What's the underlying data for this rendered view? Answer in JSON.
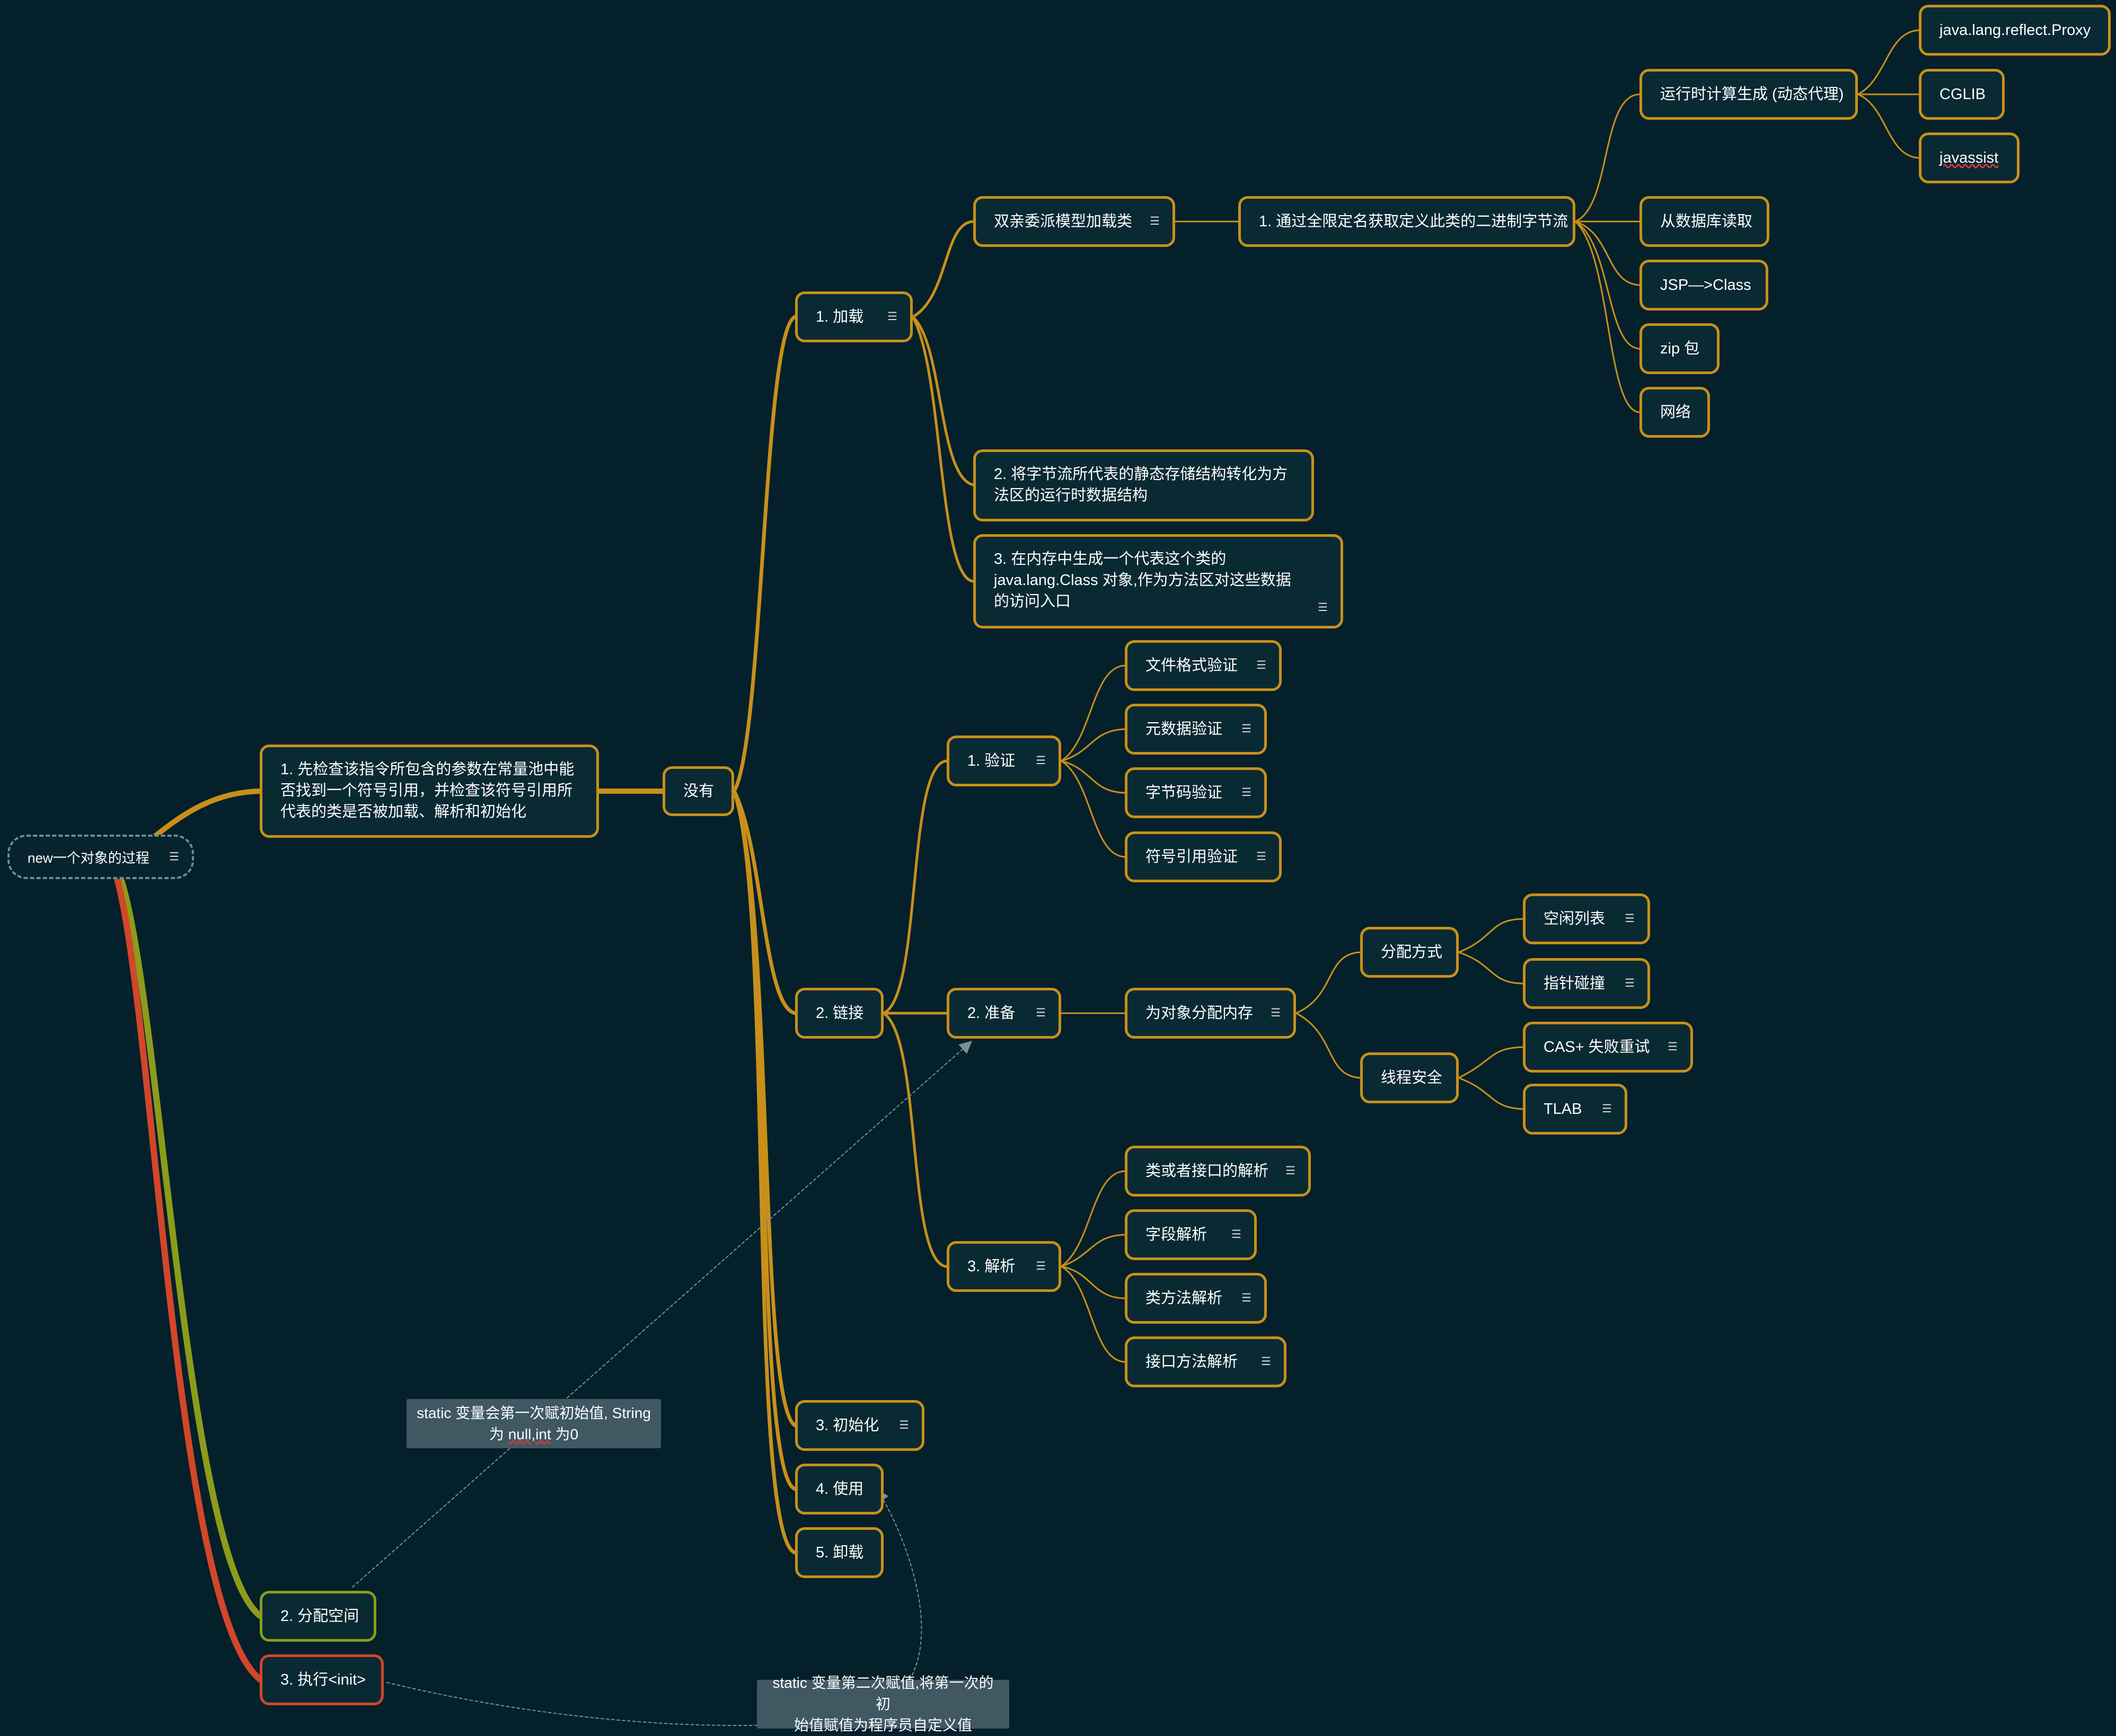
{
  "root": {
    "label": "new一个对象的过程",
    "has_note": true
  },
  "branch1": {
    "label": "1. 先检查该指令所包含的参数在常量池中能否找到一个符号引用，并检查该符号引用所代表的类是否被加载、解析和初始化"
  },
  "meiyou": {
    "label": "没有"
  },
  "load": {
    "label": "1. 加载",
    "parent_delegate": "双亲委派模型加载类",
    "step1": "1. 通过全限定名获取定义此类的二进制字节流",
    "runtime_gen": "运行时计算生成 (动态代理)",
    "proxy": "java.lang.reflect.Proxy",
    "cglib": "CGLIB",
    "javassist": "javassist",
    "db": "从数据库读取",
    "jsp": "JSP—>Class",
    "zip": "zip 包",
    "net": "网络",
    "step2": "2. 将字节流所代表的静态存储结构转化为方法区的运行时数据结构",
    "step3": "3. 在内存中生成一个代表这个类的 java.lang.Class 对象,作为方法区对这些数据的访问入口"
  },
  "link": {
    "label": "2. 链接",
    "verify": "1. 验证",
    "v1": "文件格式验证",
    "v2": "元数据验证",
    "v3": "字节码验证",
    "v4": "符号引用验证",
    "prepare": "2. 准备",
    "alloc": "为对象分配内存",
    "alloc_mode": "分配方式",
    "free_list": "空闲列表",
    "bump": "指针碰撞",
    "thread_safe": "线程安全",
    "cas": "CAS+ 失败重试",
    "tlab": "TLAB",
    "resolve": "3. 解析",
    "r1": "类或者接口的解析",
    "r2": "字段解析",
    "r3": "类方法解析",
    "r4": "接口方法解析"
  },
  "init": {
    "label": "3. 初始化"
  },
  "use": {
    "label": "4. 使用"
  },
  "unload": {
    "label": "5. 卸载"
  },
  "alloc_space": {
    "label": "2. 分配空间"
  },
  "exec_init": {
    "label": "3. 执行<init>"
  },
  "callout1": {
    "line1": "static 变量会第一次赋初始值, String",
    "line2_pre": "为 ",
    "line2_err": "null,int",
    "line2_post": " 为0"
  },
  "callout2": {
    "line1": "static 变量第二次赋值,将第一次的初",
    "line2": "始值赋值为程序员自定义值"
  },
  "colors": {
    "background": "#04202A",
    "node_border": "#C8901A",
    "branch_green": "#8C9C1A",
    "branch_red": "#D2462A"
  },
  "icons": {
    "note": "note-icon"
  }
}
